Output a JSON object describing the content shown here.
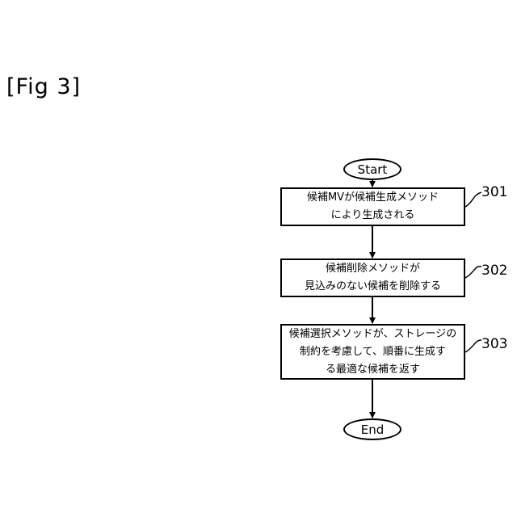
{
  "figure": {
    "label": "[Fig 3]"
  },
  "flowchart": {
    "start_label": "Start",
    "end_label": "End",
    "steps": [
      {
        "ref": "301",
        "lines": [
          "候補MVが候補生成メソッド",
          "により生成される"
        ]
      },
      {
        "ref": "302",
        "lines": [
          "候補削除メソッドが",
          "見込みのない候補を削除する"
        ]
      },
      {
        "ref": "303",
        "lines": [
          "候補選択メソッドが、ストレージの",
          "制約を考慮して、順番に生成す",
          "る最適な候補を返す"
        ]
      }
    ]
  }
}
